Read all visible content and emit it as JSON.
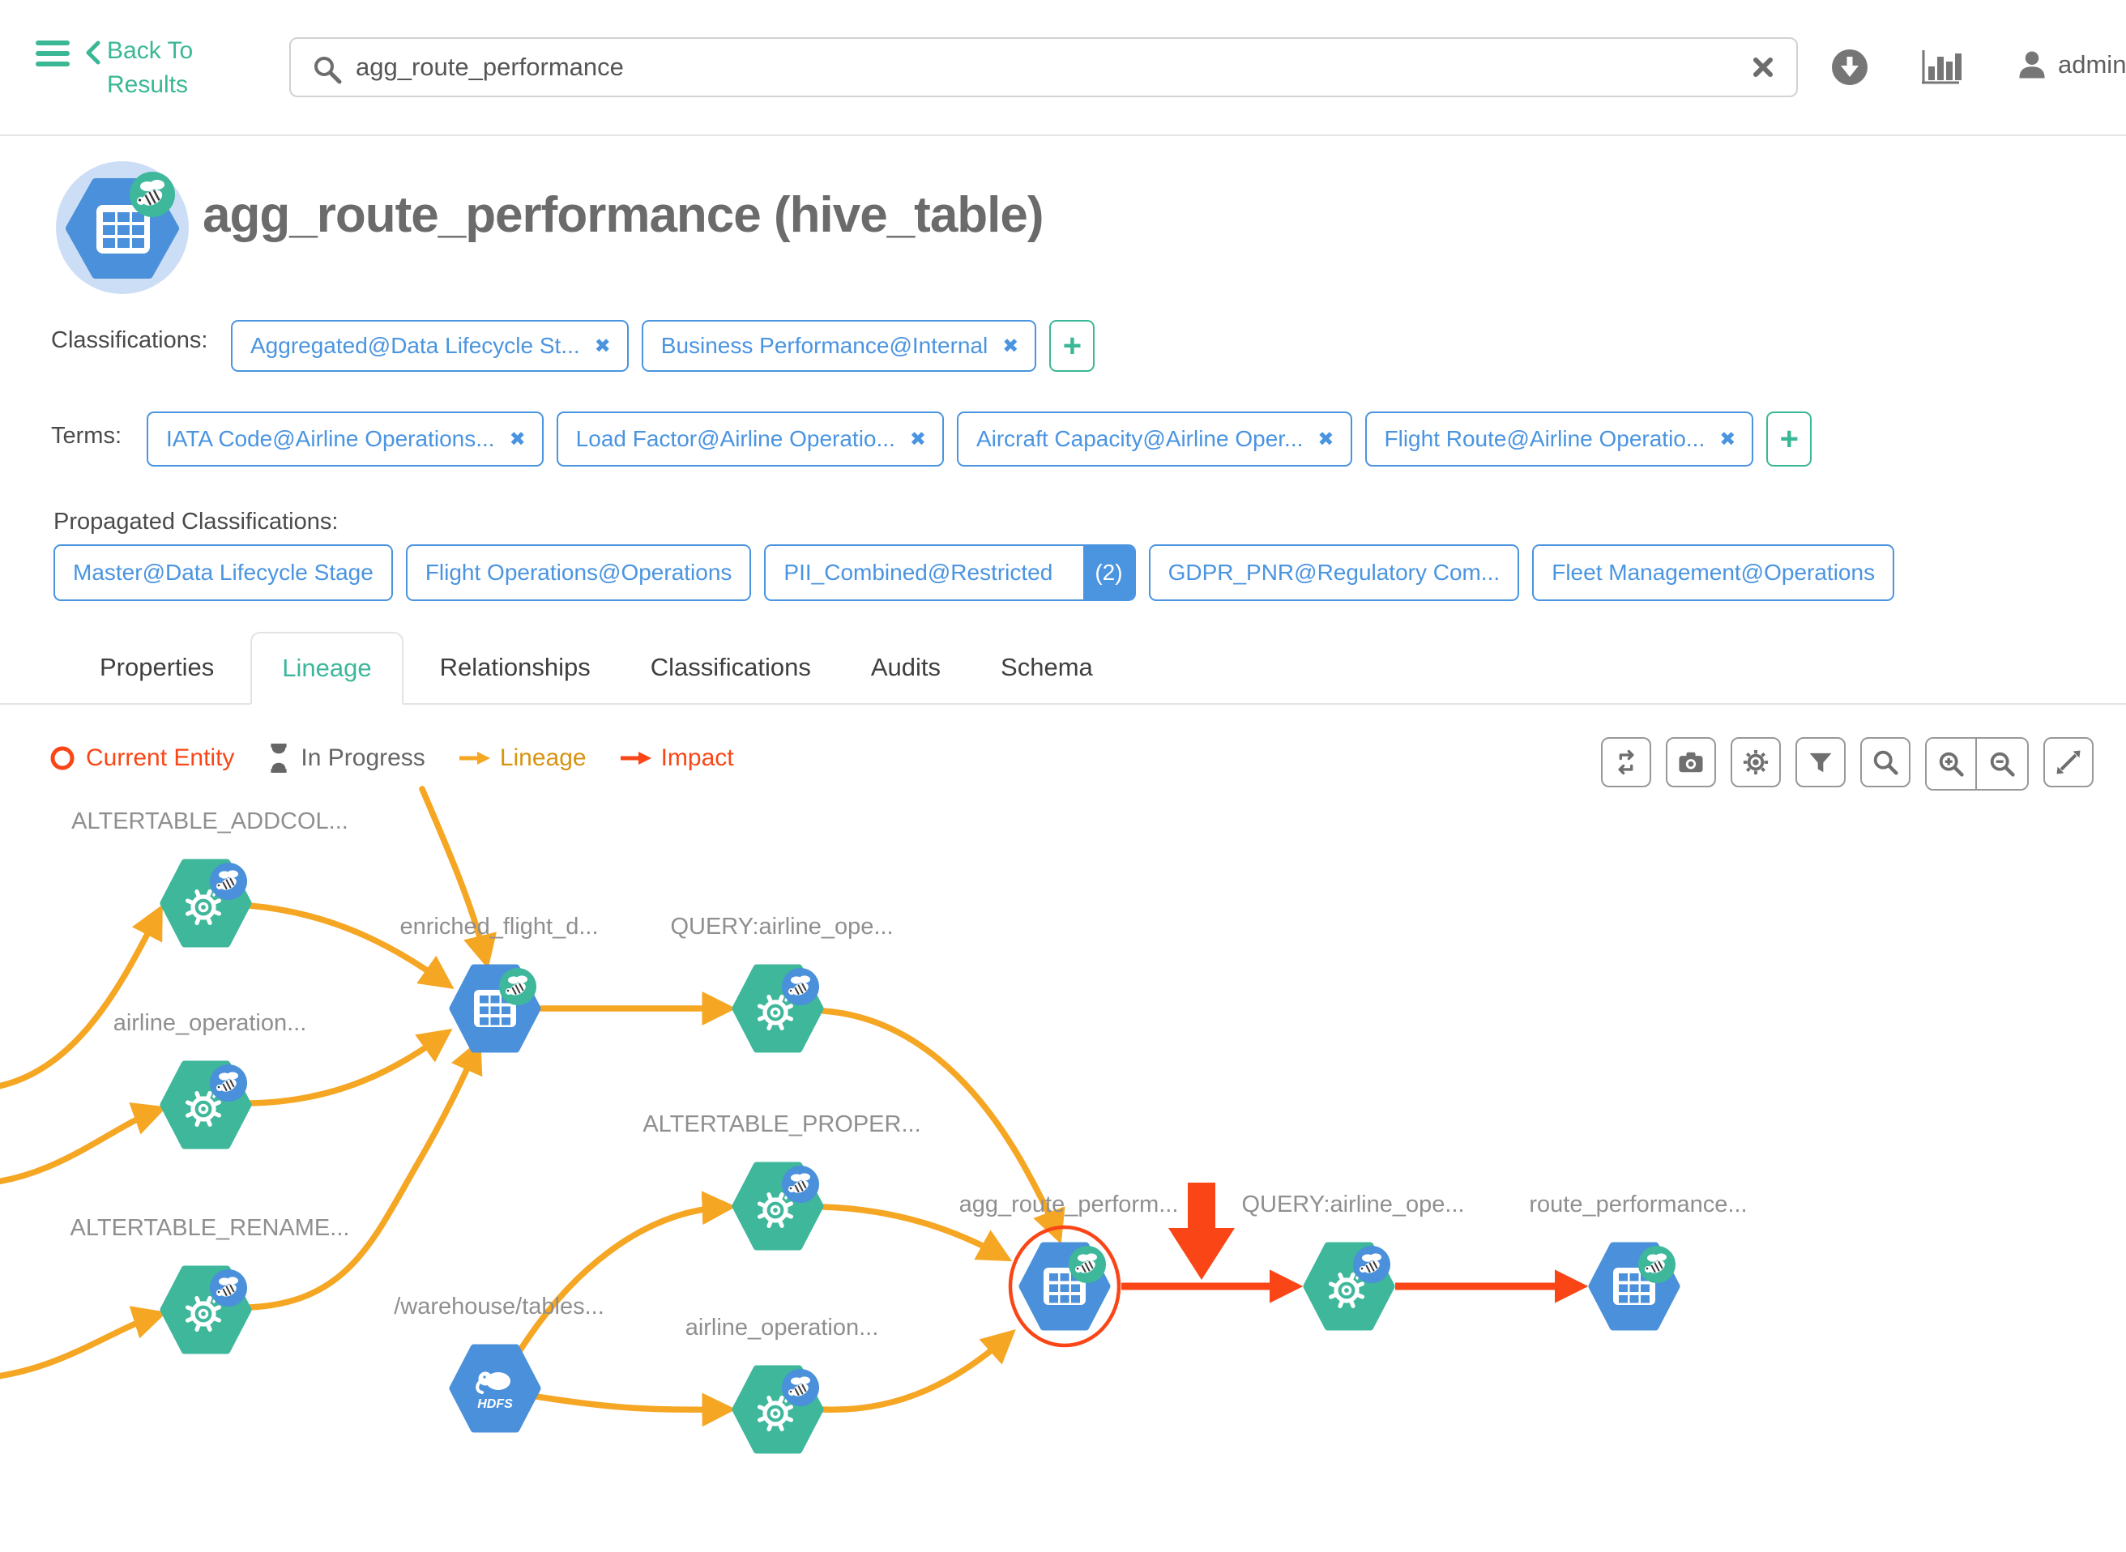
{
  "topbar": {
    "back_label": "Back To Results",
    "search_value": "agg_route_performance",
    "user": "admin",
    "icons": [
      "hamburger-icon",
      "chevron-left-icon",
      "search-icon",
      "clear-icon",
      "download-icon",
      "chart-icon",
      "user-icon"
    ]
  },
  "entity": {
    "title": "agg_route_performance (hive_table)",
    "type_icon": "hive-table-hexagon-icon"
  },
  "section_labels": {
    "classifications": "Classifications:",
    "terms": "Terms:",
    "propagated": "Propagated Classifications:"
  },
  "plus_label": "+",
  "remove_glyph": "✖",
  "classifications": [
    {
      "label": "Aggregated@Data Lifecycle St...",
      "removable": true
    },
    {
      "label": "Business Performance@Internal",
      "removable": true
    }
  ],
  "terms": [
    {
      "label": "IATA Code@Airline Operations...",
      "removable": true
    },
    {
      "label": "Load Factor@Airline Operatio...",
      "removable": true
    },
    {
      "label": "Aircraft Capacity@Airline Oper...",
      "removable": true
    },
    {
      "label": "Flight Route@Airline Operatio...",
      "removable": true
    }
  ],
  "propagated_classifications": [
    {
      "label": "Master@Data Lifecycle Stage"
    },
    {
      "label": "Flight Operations@Operations"
    },
    {
      "label": "PII_Combined@Restricted",
      "badge": "(2)"
    },
    {
      "label": "GDPR_PNR@Regulatory Com..."
    },
    {
      "label": "Fleet Management@Operations"
    }
  ],
  "tabs": [
    {
      "label": "Properties",
      "active": false
    },
    {
      "label": "Lineage",
      "active": true
    },
    {
      "label": "Relationships",
      "active": false
    },
    {
      "label": "Classifications",
      "active": false
    },
    {
      "label": "Audits",
      "active": false
    },
    {
      "label": "Schema",
      "active": false
    }
  ],
  "legend": [
    {
      "icon": "current-entity-ring-icon",
      "label": "Current Entity",
      "color": "#fa4616"
    },
    {
      "icon": "hourglass-icon",
      "label": "In Progress",
      "color": "#666666"
    },
    {
      "icon": "lineage-arrow-icon",
      "label": "Lineage",
      "color": "#d89311",
      "arrow_color": "#f5a623"
    },
    {
      "icon": "impact-arrow-icon",
      "label": "Impact",
      "color": "#fa4616",
      "arrow_color": "#fa4616"
    }
  ],
  "toolbar_buttons": [
    {
      "name": "refresh",
      "icon": "refresh-icon"
    },
    {
      "name": "screenshot",
      "icon": "camera-icon"
    },
    {
      "name": "settings",
      "icon": "gear-icon"
    },
    {
      "name": "filter",
      "icon": "filter-icon"
    },
    {
      "name": "search",
      "icon": "search-icon"
    },
    {
      "name": "zoom-in",
      "icon": "zoom-in-icon"
    },
    {
      "name": "zoom-out",
      "icon": "zoom-out-icon"
    },
    {
      "name": "fullscreen",
      "icon": "fullscreen-icon"
    }
  ],
  "colors": {
    "accent_teal": "#3ab795",
    "chip_blue": "#4a94e0",
    "hex_blue": "#4a90da",
    "hex_green": "#3eb79b",
    "lineage_orange": "#f5a623",
    "impact_red": "#fa4616",
    "node_label_gray": "#8f8f8f"
  },
  "lineage": {
    "nodes": [
      {
        "id": "altertable_addcol",
        "label": "ALTERTABLE_ADDCOL...",
        "type": "process",
        "current": false
      },
      {
        "id": "airline_operation_a",
        "label": "airline_operation...",
        "type": "process",
        "current": false
      },
      {
        "id": "altertable_rename",
        "label": "ALTERTABLE_RENAME...",
        "type": "process",
        "current": false
      },
      {
        "id": "enriched_flight",
        "label": "enriched_flight_d...",
        "type": "hive_table",
        "current": false
      },
      {
        "id": "query_airline_a",
        "label": "QUERY:airline_ope...",
        "type": "process",
        "current": false
      },
      {
        "id": "altertable_proper",
        "label": "ALTERTABLE_PROPER...",
        "type": "process",
        "current": false
      },
      {
        "id": "warehouse_tables",
        "label": "/warehouse/tables...",
        "type": "hdfs_path",
        "current": false
      },
      {
        "id": "airline_operation_b",
        "label": "airline_operation...",
        "type": "process",
        "current": false
      },
      {
        "id": "agg_route_performance",
        "label": "agg_route_perform...",
        "type": "hive_table",
        "current": true
      },
      {
        "id": "query_airline_b",
        "label": "QUERY:airline_ope...",
        "type": "process",
        "current": false
      },
      {
        "id": "route_performance",
        "label": "route_performance...",
        "type": "hive_table",
        "current": false
      }
    ]
  }
}
